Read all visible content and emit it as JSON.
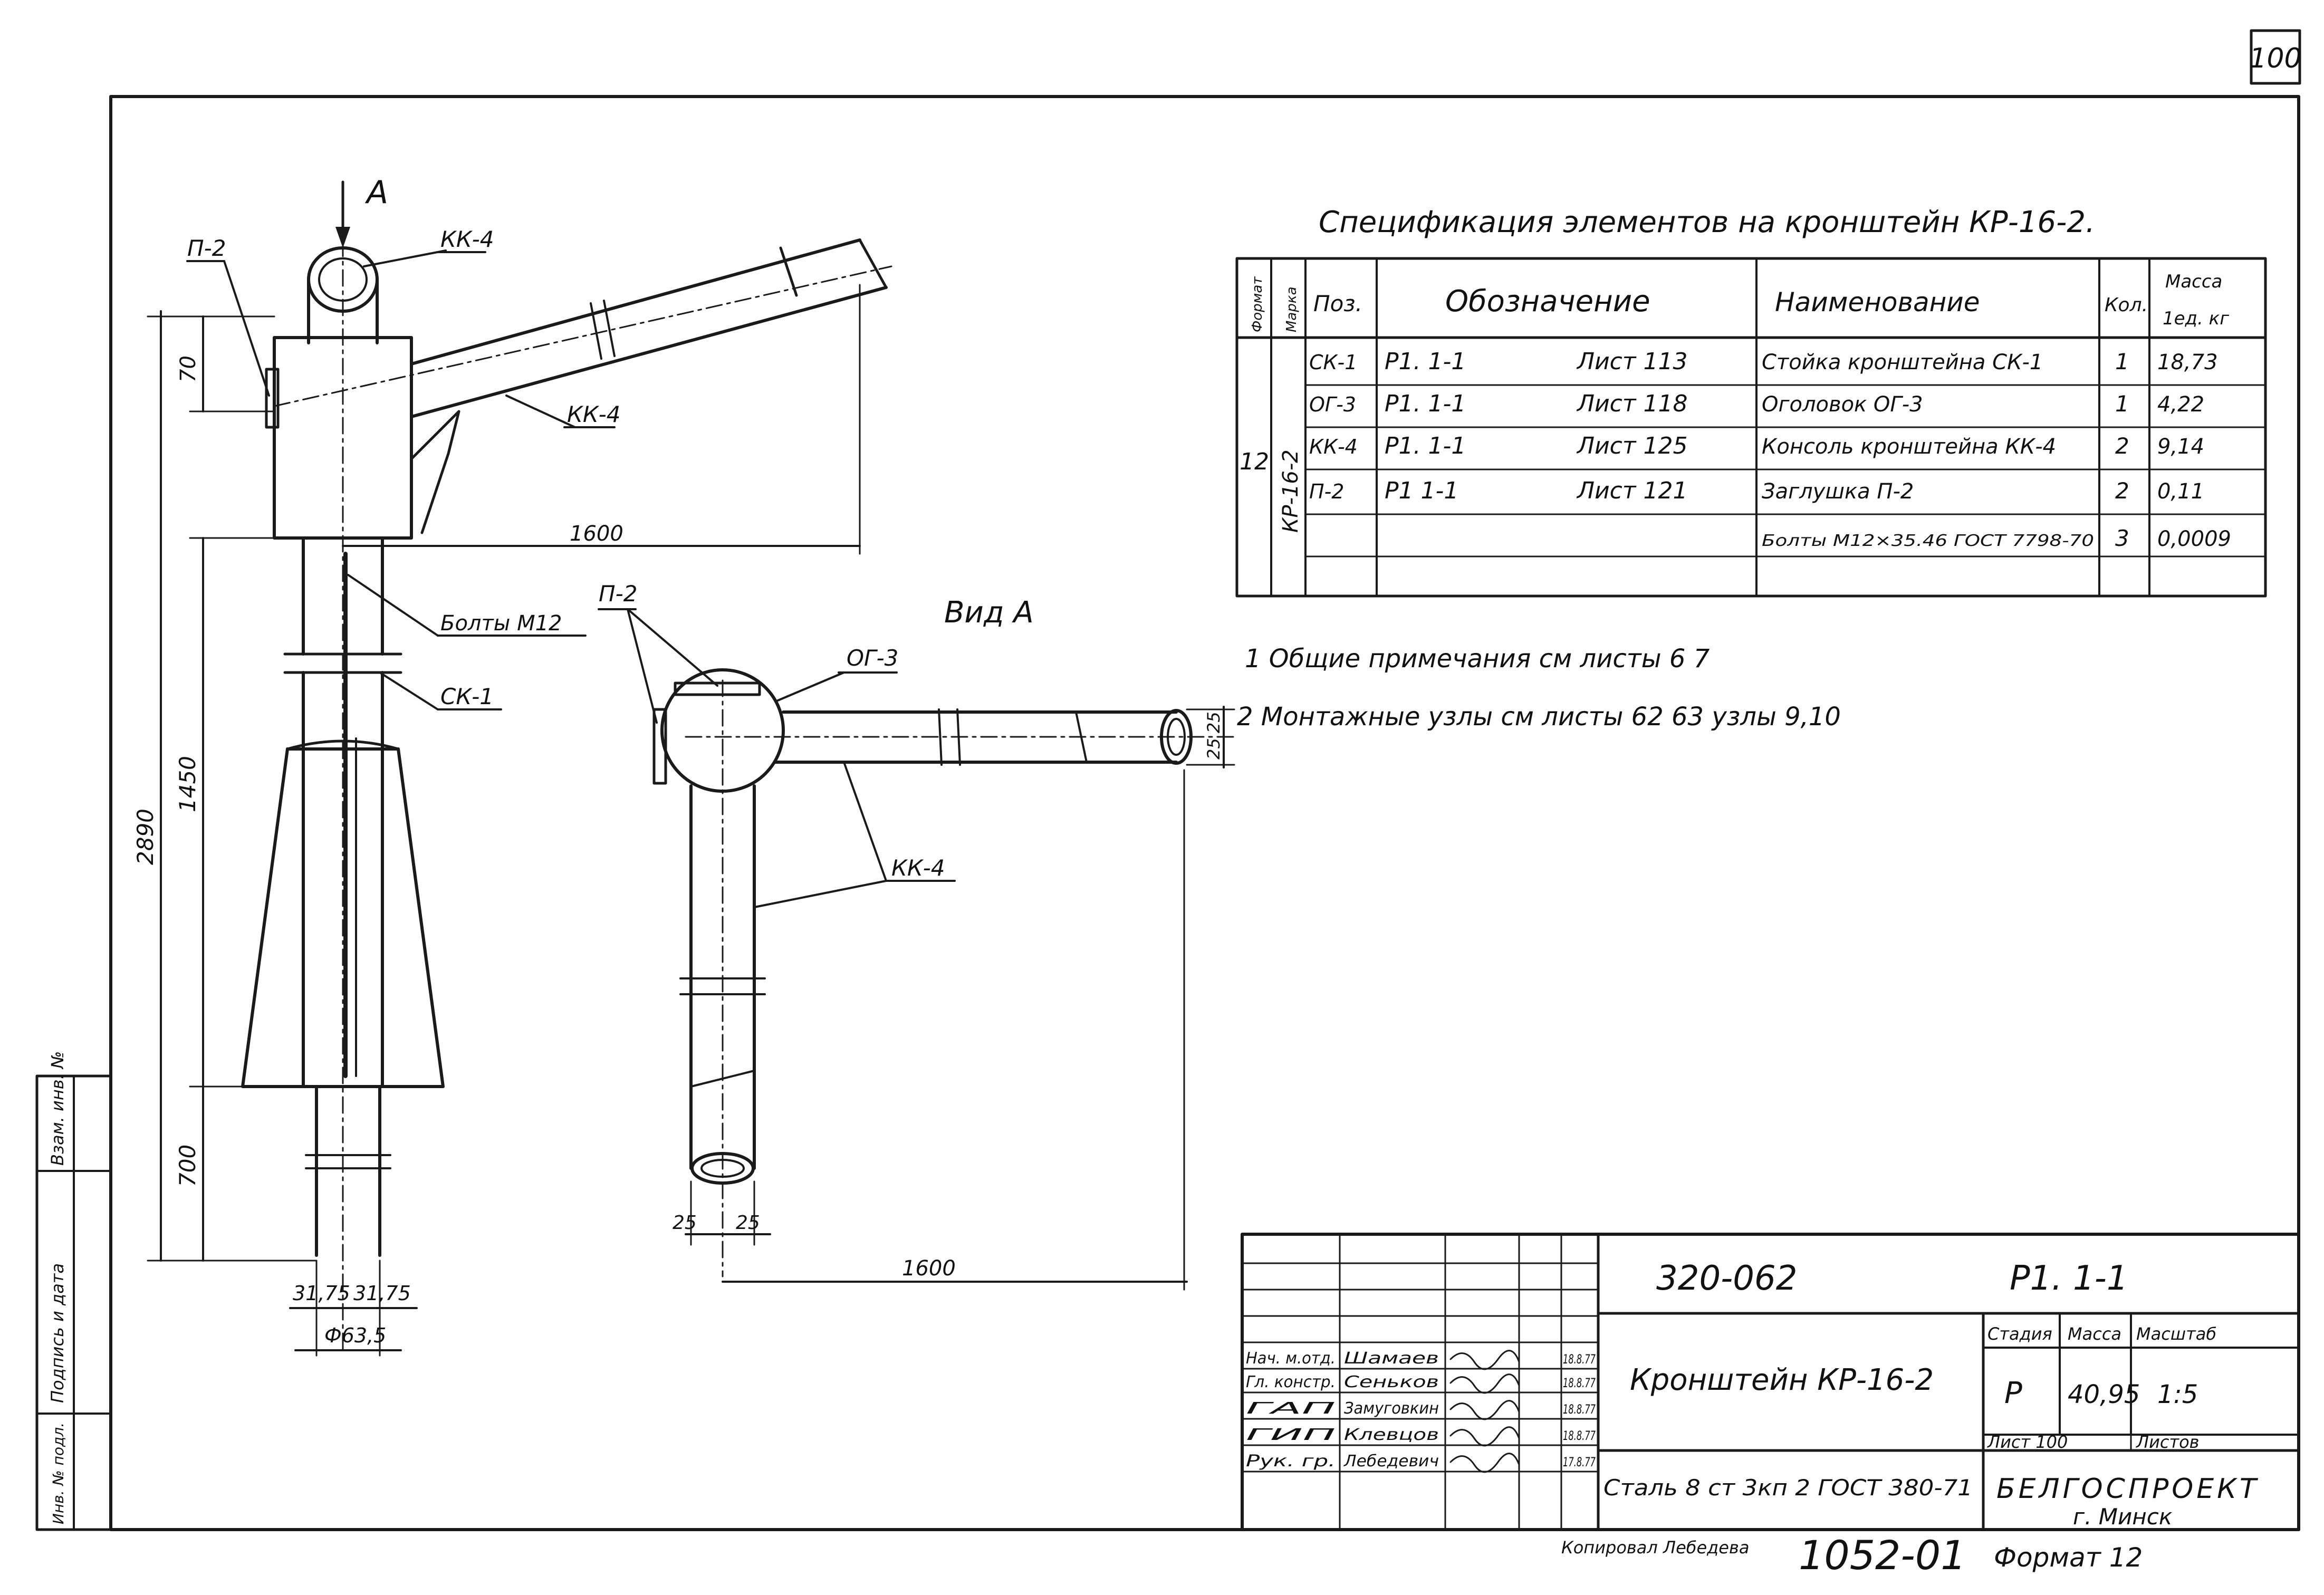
{
  "page_number": "100",
  "drawing": {
    "elevation_labels": {
      "view_arrow": "А",
      "kk4_top": "КК-4",
      "p2": "П-2",
      "kk4_console": "КК-4",
      "bolts": "Болты М12",
      "sk1": "СК-1",
      "dim_70": "70",
      "dim_2890": "2890",
      "dim_1450": "1450",
      "dim_700": "700",
      "dim_1600": "1600",
      "dim_3175a": "31,75",
      "dim_3175b": "31,75",
      "dim_diam": "Ф63,5"
    },
    "view_a": {
      "title": "Вид А",
      "p2": "П-2",
      "og3": "ОГ-3",
      "kk4": "КК-4",
      "dim_25a": "25",
      "dim_25b": "25",
      "dim_25c": "25",
      "dim_25d": "25",
      "dim_1600": "1600"
    }
  },
  "specification": {
    "title": "Спецификация элементов на кронштейн КР-16-2.",
    "headers": {
      "format": "Формат",
      "mark": "Марка",
      "pos": "Поз.",
      "designation": "Обозначение",
      "name": "Наименование",
      "qty": "Кол.",
      "mass": "Масса",
      "mass_unit": "1ед. кг"
    },
    "format_value": "12",
    "mark_value": "КР-16-2",
    "rows": [
      {
        "pos": "СК-1",
        "doc": "Р1. 1-1",
        "sheet": "Лист 113",
        "name": "Стойка кронштейна СК-1",
        "qty": "1",
        "mass": "18,73"
      },
      {
        "pos": "ОГ-3",
        "doc": "Р1. 1-1",
        "sheet": "Лист 118",
        "name": "Оголовок ОГ-3",
        "qty": "1",
        "mass": "4,22"
      },
      {
        "pos": "КК-4",
        "doc": "Р1. 1-1",
        "sheet": "Лист 125",
        "name": "Консоль кронштейна КК-4",
        "qty": "2",
        "mass": "9,14"
      },
      {
        "pos": "П-2",
        "doc": "Р1 1-1",
        "sheet": "Лист 121",
        "name": "Заглушка П-2",
        "qty": "2",
        "mass": "0,11"
      },
      {
        "pos": "",
        "doc": "",
        "sheet": "",
        "name": "Болты М12×35.46 ГОСТ 7798-70",
        "qty": "3",
        "mass": "0,0009"
      }
    ]
  },
  "notes": [
    "1 Общие примечания см листы 6 7",
    "2 Монтажные узлы см листы 62 63 узлы 9,10"
  ],
  "left_strip": {
    "label1": "Инв. № подл.",
    "label2": "Подпись и дата",
    "label3": "Взам. инв. №"
  },
  "title_block": {
    "project_code": "320-062",
    "sheet_code": "Р1. 1-1",
    "title": "Кронштейн КР-16-2",
    "material": "Сталь 8 ст 3кп 2 ГОСТ 380-71",
    "stage_label": "Стадия",
    "mass_label": "Масса",
    "scale_label": "Масштаб",
    "stage": "Р",
    "mass": "40,95",
    "scale": "1:5",
    "sheet_label": "Лист 100",
    "sheets_label": "Листов",
    "org": "БЕЛГОСПРОЕКТ",
    "city": "г. Минск",
    "roles": [
      {
        "role": "Нач. м.отд.",
        "name": "Шамаев"
      },
      {
        "role": "Гл. констр.",
        "name": "Сеньков"
      },
      {
        "role": "ГАП",
        "name": "Замуговкин"
      },
      {
        "role": "ГИП",
        "name": "Клевцов"
      },
      {
        "role": "Рук. гр.",
        "name": "Лебедевич"
      }
    ],
    "dates": [
      "18.8.77",
      "18.8.77",
      "18.8.77",
      "18.8.77",
      "17.8.77"
    ],
    "copied_by": "Копировал Лебедева",
    "order_number": "1052-01",
    "format": "Формат 12"
  }
}
